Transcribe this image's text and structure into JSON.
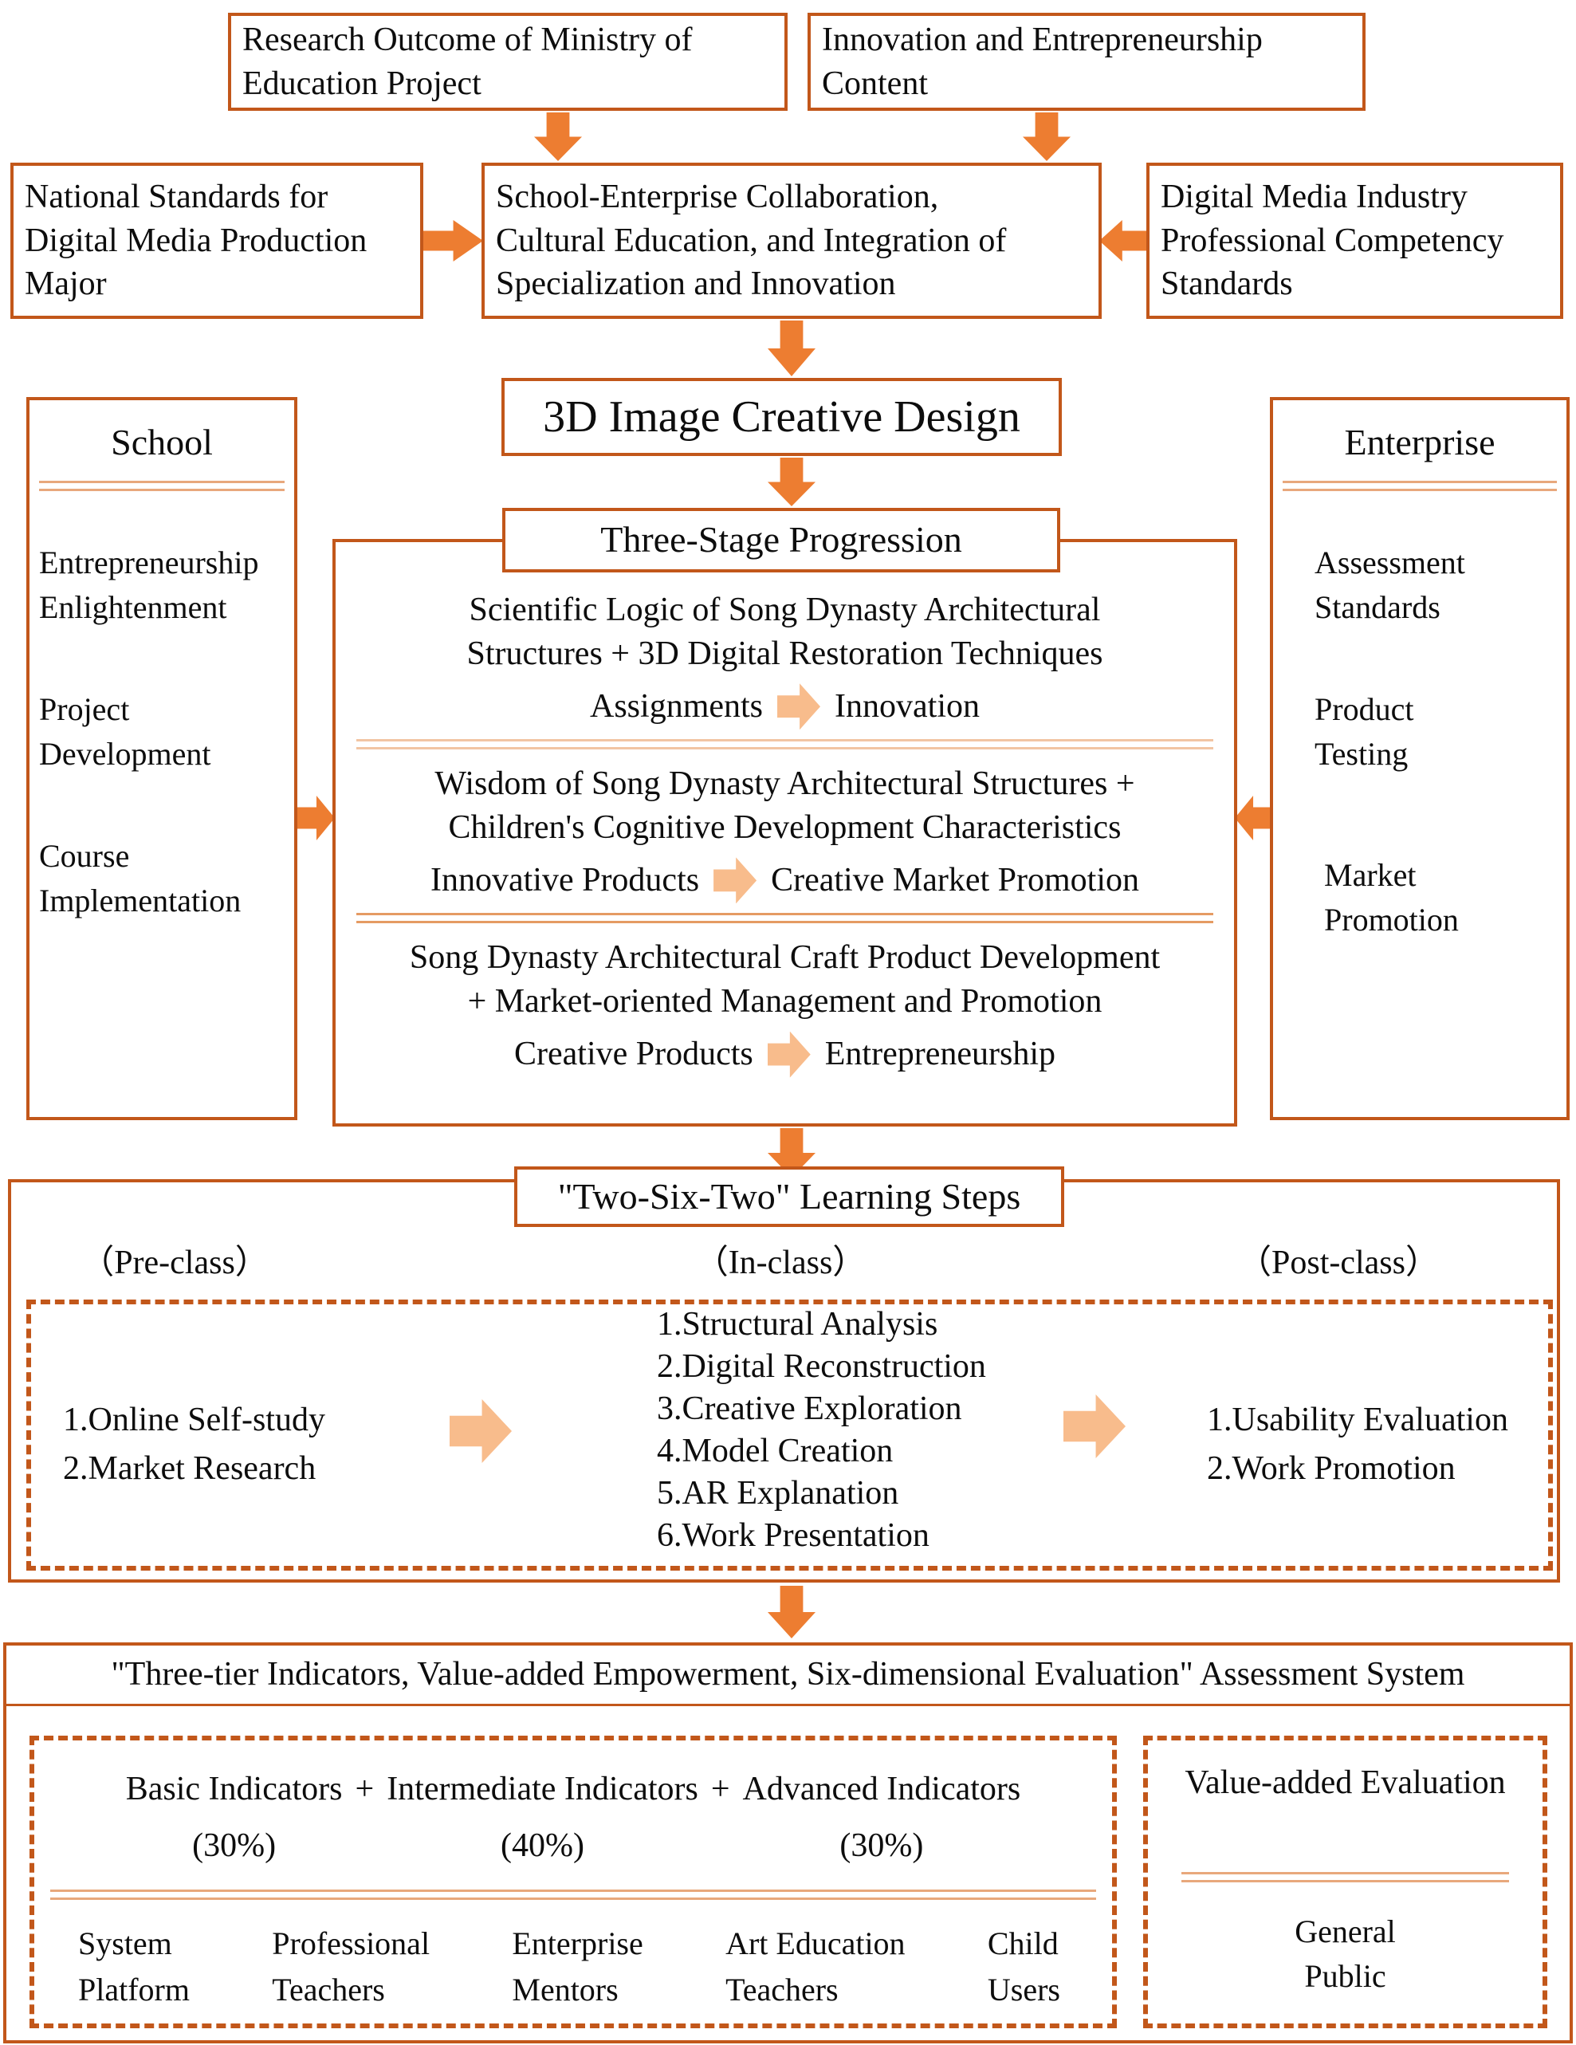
{
  "colors": {
    "border": "#C2571A",
    "arrow": "#ED7D31",
    "arrow_light": "#F8BC8C",
    "separator": "#E8A87C",
    "text": "#0d0d0d"
  },
  "row1": {
    "research": {
      "lines": [
        "Research Outcome of Ministry of",
        "Education Project"
      ]
    },
    "innovation": {
      "lines": [
        "Innovation and Entrepreneurship",
        "Content"
      ]
    }
  },
  "row2": {
    "national": {
      "lines": [
        "National Standards for",
        "Digital Media Production",
        "Major"
      ]
    },
    "collab": {
      "lines": [
        "School-Enterprise Collaboration,",
        "Cultural Education, and Integration of",
        "Specialization and Innovation"
      ]
    },
    "industry": {
      "lines": [
        "Digital Media Industry",
        "Professional Competency",
        "Standards"
      ]
    }
  },
  "course_title": "3D Image Creative Design",
  "school": {
    "title": "School",
    "items": [
      {
        "lines": [
          "Entrepreneurship",
          "Enlightenment"
        ]
      },
      {
        "lines": [
          "Project",
          "Development"
        ]
      },
      {
        "lines": [
          "Course",
          "Implementation"
        ]
      }
    ]
  },
  "enterprise": {
    "title": "Enterprise",
    "items": [
      {
        "lines": [
          "Assessment",
          "Standards"
        ]
      },
      {
        "lines": [
          "Product",
          "Testing"
        ]
      },
      {
        "lines": [
          "Market",
          "Promotion"
        ]
      }
    ]
  },
  "three_stage": {
    "title": "Three-Stage Progression",
    "stages": [
      {
        "lines": [
          "Scientific Logic of Song Dynasty Architectural",
          "Structures + 3D Digital Restoration Techniques"
        ],
        "from": "Assignments",
        "to": "Innovation"
      },
      {
        "lines": [
          "Wisdom of Song Dynasty Architectural Structures +",
          "Children's Cognitive Development Characteristics"
        ],
        "from": "Innovative Products",
        "to": "Creative Market Promotion"
      },
      {
        "lines": [
          "Song Dynasty Architectural Craft Product Development",
          "+ Market-oriented Management and Promotion"
        ],
        "from": "Creative Products",
        "to": "Entrepreneurship"
      }
    ]
  },
  "learning": {
    "title": "\"Two-Six-Two\" Learning Steps",
    "pre": {
      "label": "（Pre-class）",
      "items": [
        "1.Online Self-study",
        "2.Market Research"
      ]
    },
    "in_class": {
      "label": "（In-class）",
      "items": [
        "1.Structural Analysis",
        "2.Digital Reconstruction",
        "3.Creative Exploration",
        "4.Model Creation",
        "5.AR Explanation",
        "6.Work Presentation"
      ]
    },
    "post": {
      "label": "（Post-class）",
      "items": [
        "1.Usability Evaluation",
        "2.Work Promotion"
      ]
    }
  },
  "assessment": {
    "title": "\"Three-tier Indicators, Value-added Empowerment, Six-dimensional Evaluation\" Assessment System",
    "plus": "+",
    "indicators": [
      {
        "name": "Basic Indicators",
        "weight": "(30%)"
      },
      {
        "name": "Intermediate Indicators",
        "weight": "(40%)"
      },
      {
        "name": "Advanced Indicators",
        "weight": "(30%)"
      }
    ],
    "roles": [
      {
        "lines": [
          "System",
          "Platform"
        ]
      },
      {
        "lines": [
          "Professional",
          "Teachers"
        ]
      },
      {
        "lines": [
          "Enterprise",
          "Mentors"
        ]
      },
      {
        "lines": [
          "Art Education",
          "Teachers"
        ]
      },
      {
        "lines": [
          "Child",
          "Users"
        ]
      }
    ],
    "value_added": {
      "title": "Value-added Evaluation",
      "role": {
        "lines": [
          "General",
          "Public"
        ]
      }
    }
  }
}
